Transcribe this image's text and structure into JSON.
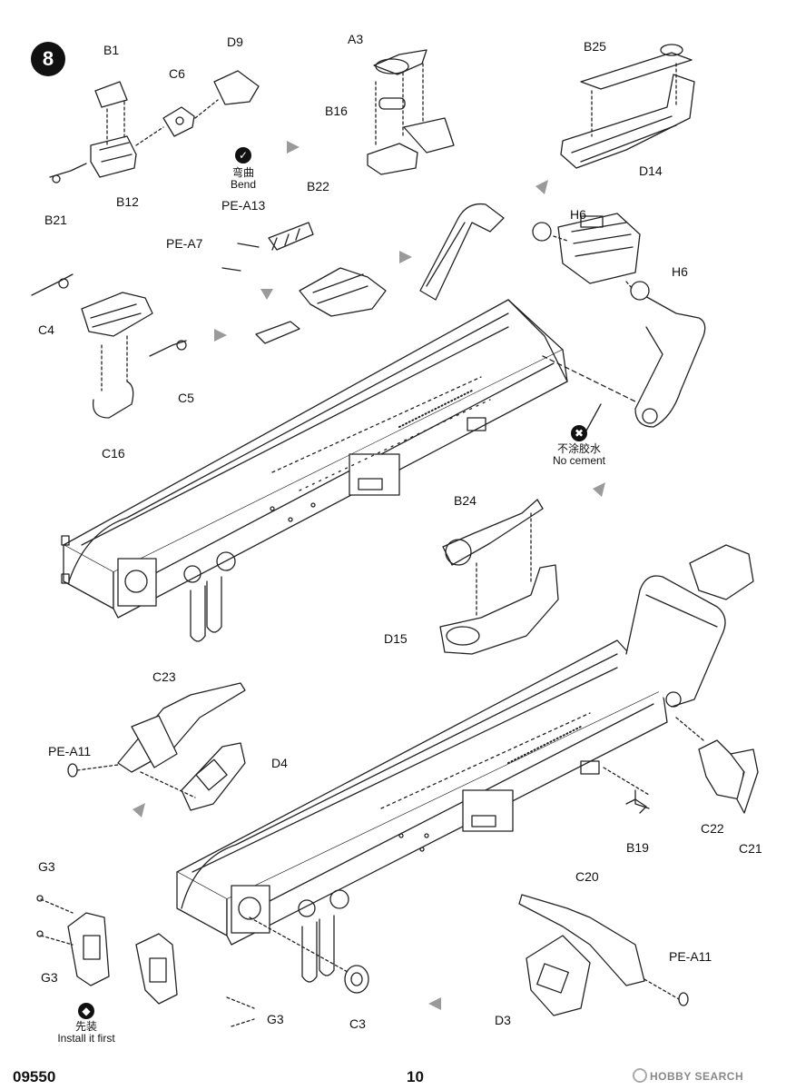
{
  "step_number": "8",
  "footer": {
    "code": "09550",
    "page": "10",
    "watermark": "HOBBY SEARCH"
  },
  "notes": {
    "bend_cn": "弯曲",
    "bend_en": "Bend",
    "no_cement_cn": "不涂胶水",
    "no_cement_en": "No cement",
    "install_first_cn": "先装",
    "install_first_en": "Install it first"
  },
  "parts": {
    "B1": "B1",
    "C6": "C6",
    "D9": "D9",
    "B12": "B12",
    "B21": "B21",
    "A3": "A3",
    "B16": "B16",
    "B25": "B25",
    "D14": "D14",
    "PE_A13": "PE-A13",
    "B22": "B22",
    "PE_A7": "PE-A7",
    "C4": "C4",
    "C5": "C5",
    "C16": "C16",
    "H6_a": "H6",
    "H6_b": "H6",
    "B24": "B24",
    "D15": "D15",
    "C23": "C23",
    "PE_A11_a": "PE-A11",
    "D4": "D4",
    "B19": "B19",
    "C22": "C22",
    "C21": "C21",
    "G3_a": "G3",
    "G3_b": "G3",
    "G3_c": "G3",
    "C3": "C3",
    "C20": "C20",
    "PE_A11_b": "PE-A11",
    "D3": "D3"
  },
  "colors": {
    "line": "#222222",
    "arrow": "#9a9a9a",
    "background": "#ffffff"
  }
}
